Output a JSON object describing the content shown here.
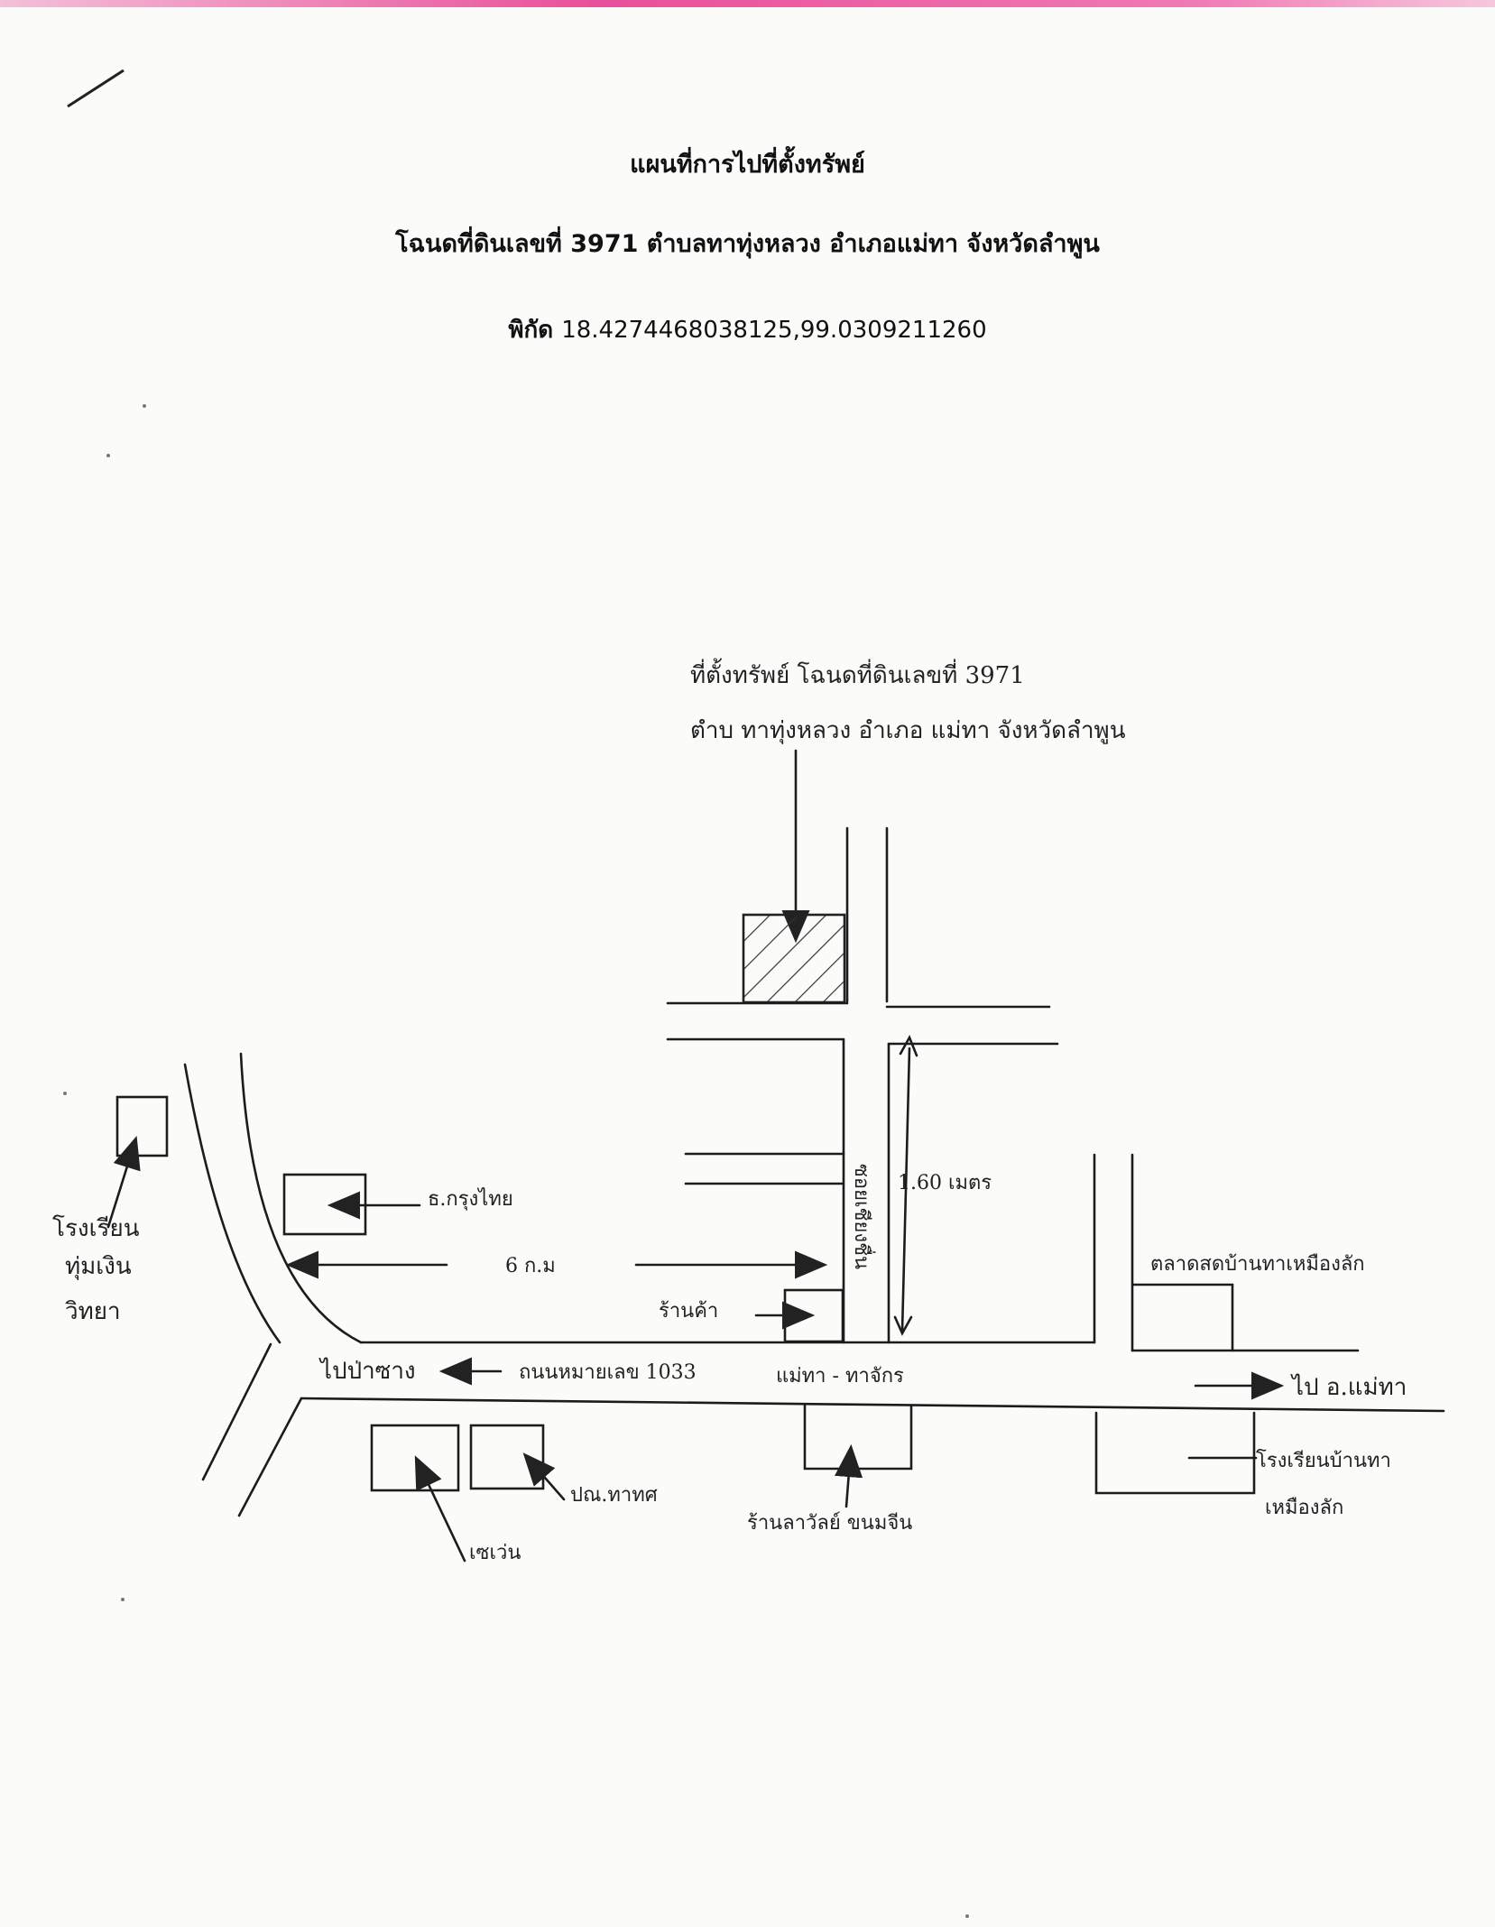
{
  "header": {
    "title": "แผนที่การไปที่ตั้งทรัพย์",
    "deed": "โฉนดที่ดินเลขที่ 3971 ตำบลทาทุ่งหลวง อำเภอแม่ทา จังหวัดลำพูน",
    "coords_label": "พิกัด",
    "coords_value": "18.4274468038125,99.0309211260"
  },
  "map": {
    "property_label_line1": "ที่ตั้งทรัพย์ โฉนดที่ดินเลขที่ 3971",
    "property_label_line2": "ตำบ ทาทุ่งหลวง อำเภอ แม่ทา จังหวัดลำพูน",
    "distance_side_road": "1.60 เมตร",
    "soi_name": "ซอยเชียงชื่น",
    "distance_left": "6 ก.ม",
    "krungthai_bank": "ธ.กรุงไทย",
    "school_left_line1": "โรงเรียน",
    "school_left_line2": "ทุ่มเงิน",
    "school_left_line3": "วิทยา",
    "shop": "ร้านค้า",
    "market": "ตลาดสดบ้านทาเหมืองลัก",
    "to_pasang": "ไปป่าซาง",
    "highway": "ถนนหมายเลข 1033",
    "route": "แม่ทา - ทาจักร",
    "to_maetha": "ไป อ.แม่ทา",
    "post_office": "ปณ.ทาทศ",
    "seven_eleven": "เซเว่น",
    "noodle_shop": "ร้านลาวัลย์ ขนมจีน",
    "school_right_line1": "โรงเรียนบ้านทา",
    "school_right_line2": "เหมืองลัก"
  }
}
